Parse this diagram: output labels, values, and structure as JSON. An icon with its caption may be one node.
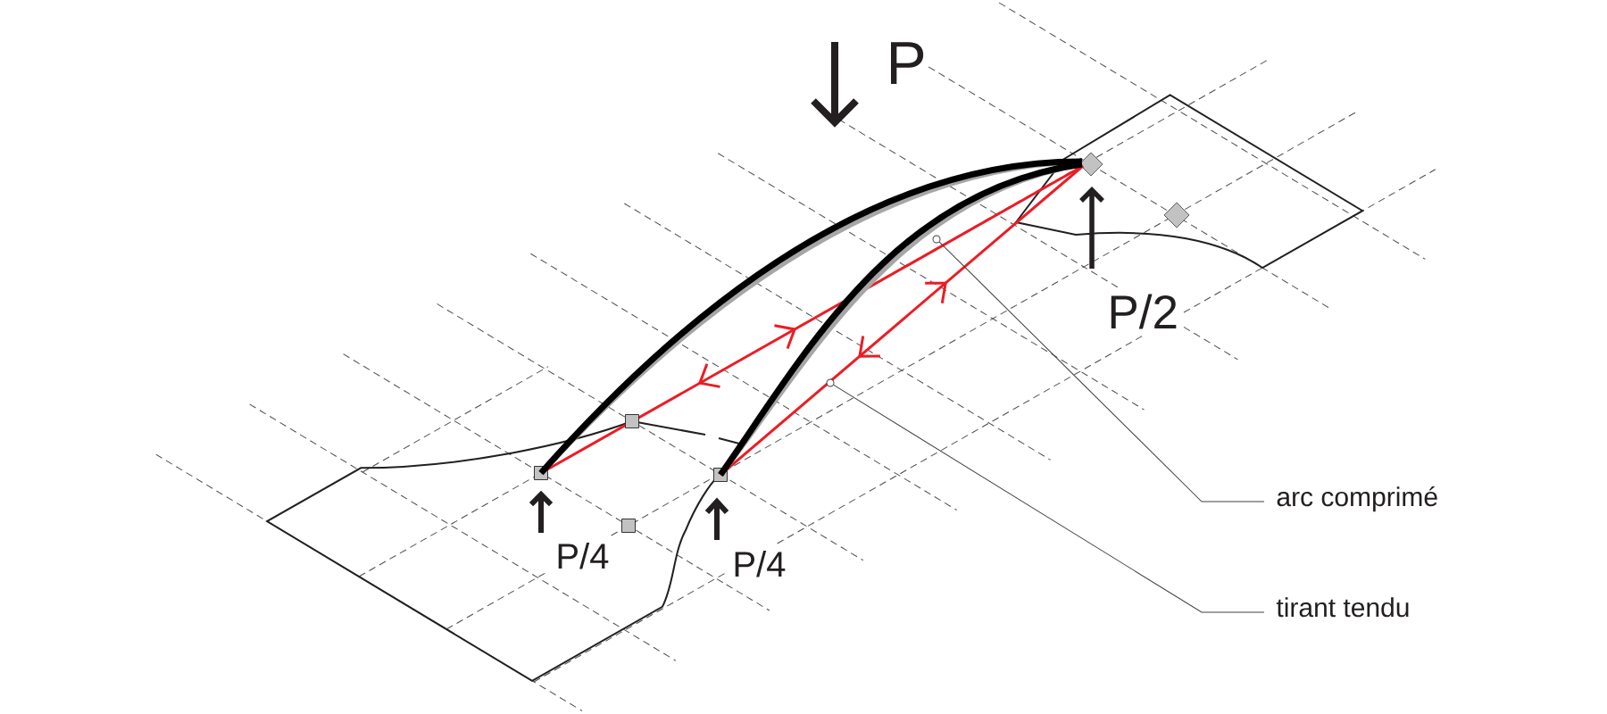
{
  "diagram": {
    "nodes": [
      {
        "text": [],
        "shape": "circle"
      },
      {
        "text": [],
        "shape": "circle"
      },
      {
        "text": [
          "arc comprimé"
        ]
      },
      {
        "text": [
          "tirant tendu"
        ]
      }
    ],
    "edges": [
      {
        "from": 2,
        "to": 0,
        "arrow": "none"
      },
      {
        "from": 3,
        "to": 1,
        "arrow": "none"
      }
    ],
    "labels": [
      "P",
      "P/2",
      "P/4",
      "P/4"
    ]
  }
}
